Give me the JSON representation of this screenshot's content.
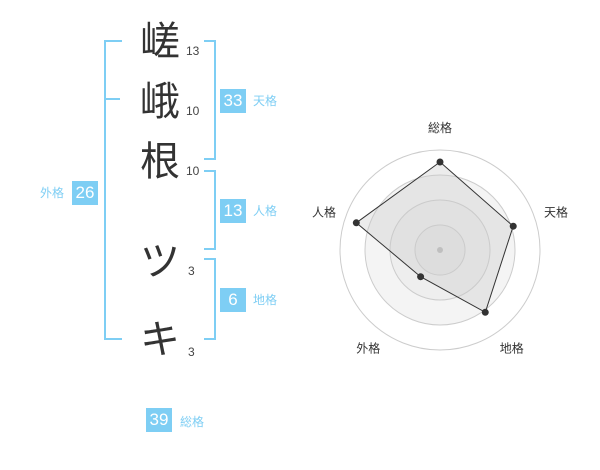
{
  "name": {
    "chars": [
      {
        "char": "嵯",
        "strokes": "13"
      },
      {
        "char": "峨",
        "strokes": "10"
      },
      {
        "char": "根",
        "strokes": "10"
      },
      {
        "char": "ツ",
        "strokes": "3"
      },
      {
        "char": "キ",
        "strokes": "3"
      }
    ]
  },
  "fortunes": {
    "tenkaku": {
      "value": "33",
      "label": "天格"
    },
    "jinkaku": {
      "value": "13",
      "label": "人格"
    },
    "chikaku": {
      "value": "6",
      "label": "地格"
    },
    "gaikaku": {
      "value": "26",
      "label": "外格"
    },
    "soukaku": {
      "value": "39",
      "label": "総格"
    }
  },
  "colors": {
    "accent": "#7ecef4",
    "text": "#333333"
  },
  "chart_data": {
    "type": "radar",
    "axes": [
      "総格",
      "天格",
      "地格",
      "外格",
      "人格"
    ],
    "values": [
      0.88,
      0.77,
      0.77,
      0.33,
      0.88
    ],
    "rings": 4
  }
}
